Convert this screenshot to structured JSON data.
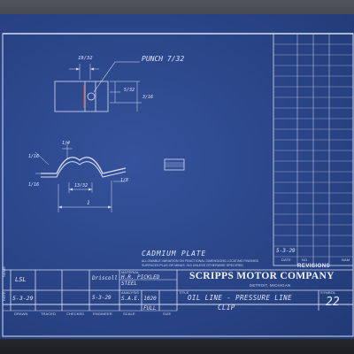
{
  "drawing": {
    "callouts": {
      "punch": "PUNCH 7/32",
      "dim_top": "19/32",
      "dim_right_a": "5/32",
      "dim_right_b": "3/16",
      "dim_bend_top": "1/4",
      "dim_left": "1/16",
      "dim_bottom_left": "1/16",
      "dim_center": "13/32",
      "dim_bottom_right": "1/8",
      "dim_overall": "1"
    },
    "finish_note": "CADMIUM PLATE",
    "tolerance_note": "ALLOWABLE VARIATION ON FRACTIONAL DIMENSIONS LOCATING FINISHED SURFACES PLUS OR MINUS .010 UNLESS OTHERWISE SPECIFIED"
  },
  "revisions": {
    "title": "REVISIONS",
    "col_date": "DATE",
    "col_no": "NO.",
    "col_nam": "NAM",
    "entry_date": "5-3-29"
  },
  "title_block": {
    "row_label_name": "NAME",
    "row_label_date": "DATE",
    "drawn_name": "LSL",
    "drawn_date": "5-3-29",
    "checked_by": "Driscoll",
    "material_label": "MATERIAL",
    "material": "H.R. PICKLED STEEL",
    "analysis_label": "ANALYSIS",
    "analysis": "S.A.E. 1020",
    "analysis_date": "5-3-29",
    "scale_value": "FULL",
    "footer": {
      "drawn": "DRAWN",
      "traced": "TRACED",
      "checked": "CHECKED",
      "engineer": "ENGINEER",
      "scale": "SCALE",
      "size": "SIZE"
    },
    "company": "SCRIPPS MOTOR COMPANY",
    "city": "DETROIT, MICHIGAN",
    "title_label": "TITLE",
    "title_line1": "OIL LINE - PRESSURE LINE",
    "title_line2": "CLIP",
    "symbol_label": "SYMBOL",
    "symbol_value": "22"
  }
}
